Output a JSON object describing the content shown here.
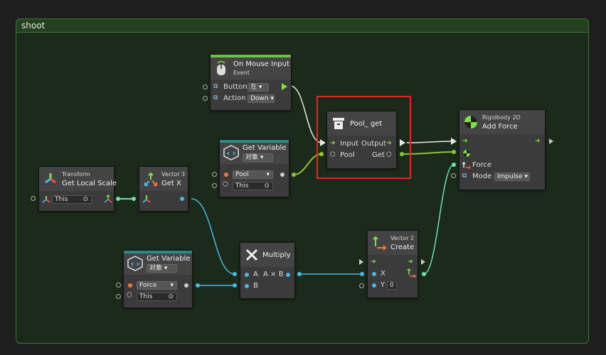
{
  "group": {
    "title": "shoot"
  },
  "nodes": {
    "on_mouse": {
      "title": "On Mouse Input",
      "sub": "Event",
      "button_label": "Button",
      "button_value": "左",
      "action_label": "Action",
      "action_value": "Down"
    },
    "pool_get": {
      "title": "Pool_ get",
      "input_label": "Input",
      "output_label": "Output",
      "pool_label": "Pool",
      "get_label": "Get"
    },
    "add_force": {
      "sub": "Rigidbody 2D",
      "title": "Add Force",
      "force_label": "Force",
      "mode_label": "Mode",
      "mode_value": "Impulse"
    },
    "get_var_pool": {
      "title": "Get Variable",
      "sub": "对象",
      "name_value": "Pool",
      "target_value": "This"
    },
    "transform": {
      "sub": "Transform",
      "title": "Get Local Scale",
      "target_value": "This"
    },
    "vector3": {
      "sub": "Vector 3",
      "title": "Get X"
    },
    "multiply": {
      "title": "Multiply",
      "a_label": "A",
      "expr": "A × B",
      "b_label": "B"
    },
    "vector2": {
      "sub": "Vector 2",
      "title": "Create",
      "x_label": "X",
      "y_label": "Y",
      "y_value": "0"
    },
    "get_var_force": {
      "title": "Get Variable",
      "sub": "对象",
      "name_value": "Force",
      "target_value": "This"
    }
  },
  "colors": {
    "control": "#7ee04a",
    "object": "#8ac43a",
    "float": "#4ab8e0",
    "vector": "#6ee0b0",
    "event_bar": "#6cc04a",
    "var_bar": "#2a8a8a",
    "selection": "#e0281e"
  }
}
